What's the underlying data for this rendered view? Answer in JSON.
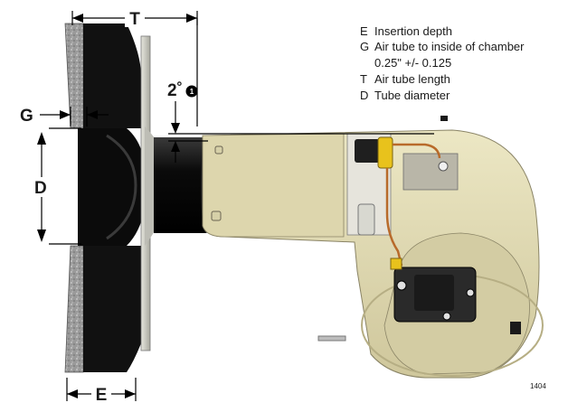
{
  "dimensions": {
    "T": "T",
    "G": "G",
    "D": "D",
    "E": "E",
    "angle_value": "2˚",
    "angle_note_marker": "1"
  },
  "legend": [
    {
      "letter": "E",
      "text": "Insertion depth"
    },
    {
      "letter": "G",
      "text": "Air tube to inside of chamber"
    },
    {
      "letter": "",
      "text": "0.25\" +/- 0.125"
    },
    {
      "letter": "T",
      "text": "Air tube length"
    },
    {
      "letter": "D",
      "text": "Tube diameter"
    }
  ],
  "figure_number": "1404",
  "colors": {
    "background": "#ffffff",
    "refractory": "#a8a8a8",
    "chamber_black": "#111111",
    "flange": "#cfcfc4",
    "burner_housing": "#e2dcb3",
    "burner_shadow": "#c9c29a",
    "air_tube": "#0c0c0c",
    "pump": "#2a2a2a",
    "valve_yellow": "#e8c21c",
    "copper_line": "#b86a2a"
  }
}
